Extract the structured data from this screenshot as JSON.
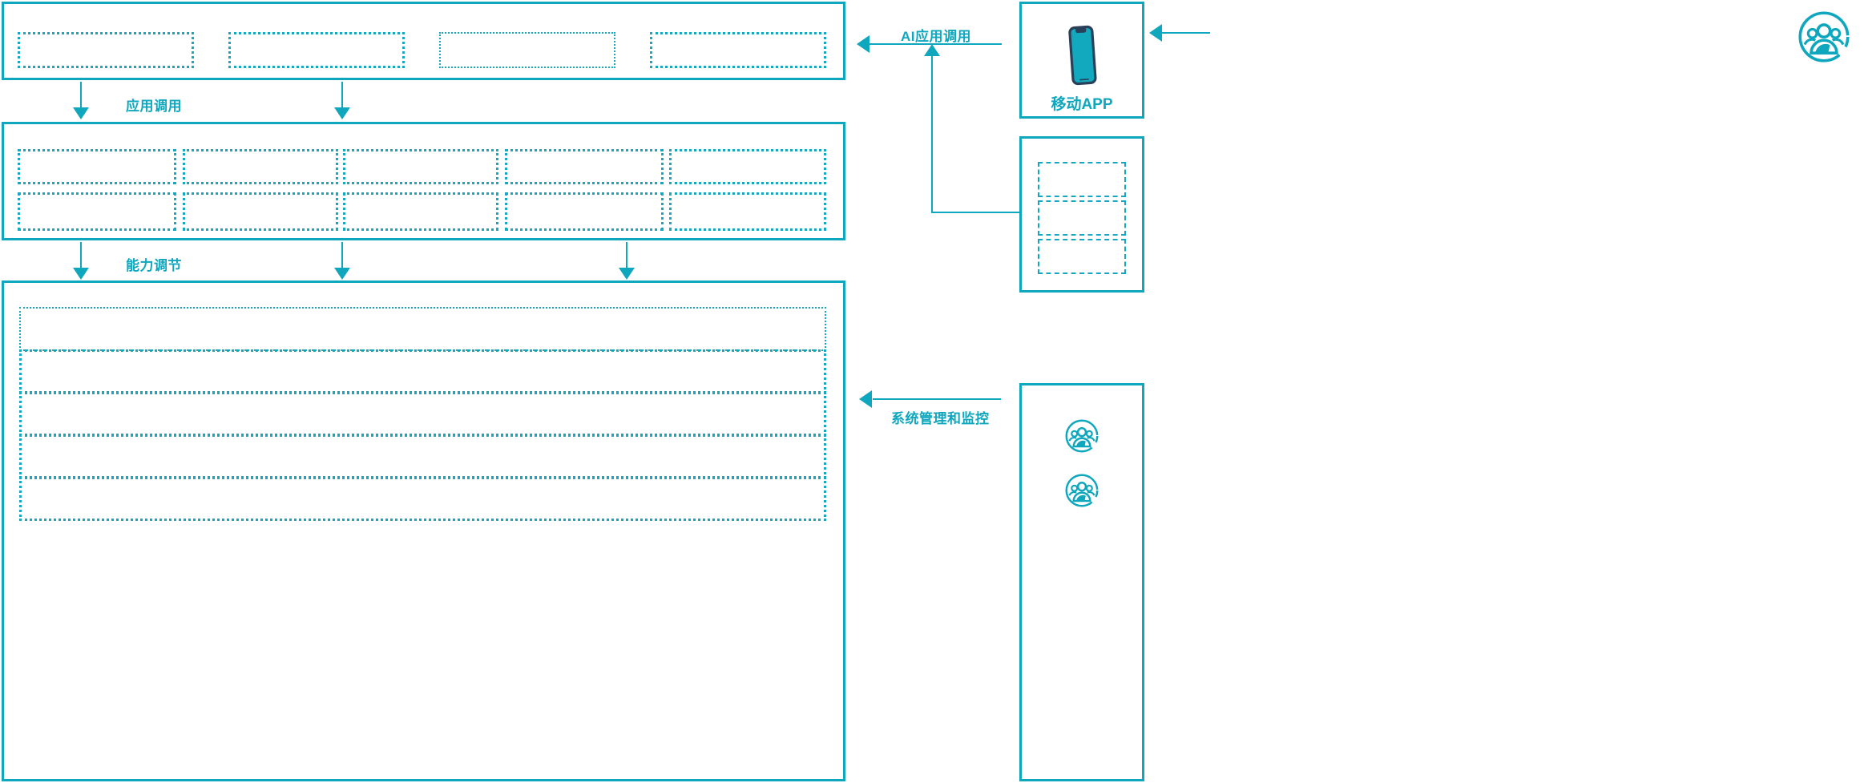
{
  "meta": {
    "accent_color": "#0FA7BE",
    "dash_color": "#17A8C0",
    "phone_frame_color": "#2A3F58",
    "phone_screen_color": "#12A9BE",
    "background": "#ffffff",
    "diagram_type": "layered-architecture"
  },
  "layers": {
    "application_layer": {
      "name": "application-layer",
      "slots": [
        {
          "label": ""
        },
        {
          "label": ""
        },
        {
          "label": ""
        },
        {
          "label": ""
        }
      ]
    },
    "capability_layer": {
      "name": "capability-layer",
      "slots_row_1": [
        {
          "label": ""
        },
        {
          "label": ""
        },
        {
          "label": ""
        },
        {
          "label": ""
        },
        {
          "label": ""
        }
      ],
      "slots_row_2": [
        {
          "label": ""
        },
        {
          "label": ""
        },
        {
          "label": ""
        },
        {
          "label": ""
        },
        {
          "label": ""
        }
      ]
    },
    "infrastructure_layer": {
      "name": "infrastructure-layer",
      "bars": [
        {
          "label": ""
        },
        {
          "label": ""
        },
        {
          "label": ""
        },
        {
          "label": ""
        },
        {
          "label": ""
        }
      ]
    }
  },
  "flows": {
    "app_call": "应用调用",
    "capability_adjust": "能力调节",
    "ai_app_call": "AI应用调用",
    "system_manage_monitor": "系统管理和监控"
  },
  "side_panels": {
    "mobile_app": {
      "caption": "移动APP",
      "icon": "smartphone-icon"
    },
    "channel_panel": {
      "caption": "",
      "slots": [
        {
          "label": ""
        },
        {
          "label": ""
        },
        {
          "label": ""
        }
      ]
    },
    "operators_panel": {
      "caption": "",
      "icons": [
        {
          "name": "user-group-icon"
        },
        {
          "name": "user-group-icon"
        }
      ]
    },
    "end_user": {
      "icon": "user-group-icon",
      "caption": ""
    }
  }
}
